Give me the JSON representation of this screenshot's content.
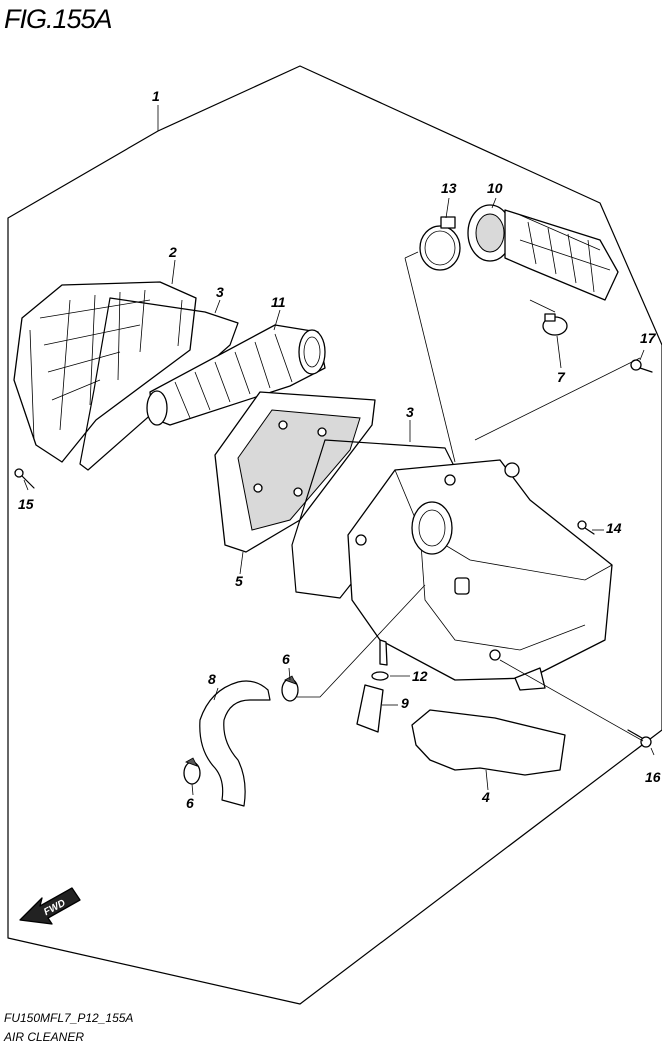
{
  "figure": {
    "title": "FIG.155A",
    "code": "FU150MFL7_P12_155A",
    "section": "AIR CLEANER",
    "direction_label": "FWD"
  },
  "callouts": [
    "1",
    "2",
    "3",
    "3",
    "4",
    "5",
    "6",
    "6",
    "7",
    "8",
    "9",
    "10",
    "11",
    "12",
    "13",
    "14",
    "15",
    "16",
    "17"
  ]
}
